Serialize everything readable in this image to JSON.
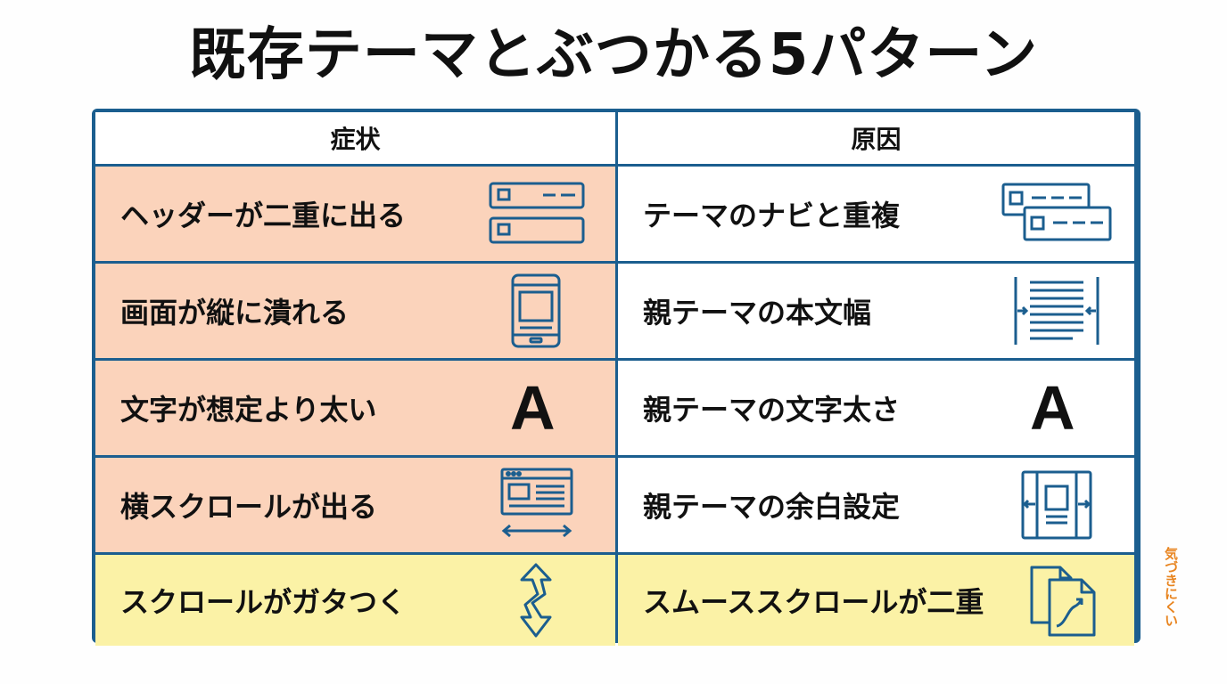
{
  "title": "既存テーマとぶつかる5パターン",
  "table": {
    "headers": {
      "symptom": "症状",
      "cause": "原因"
    },
    "rows": [
      {
        "symptom": "ヘッダーが二重に出る",
        "symptom_icon": "double-header-icon",
        "cause": "テーマのナビと重複",
        "cause_icon": "overlapping-windows-icon",
        "tone": "peach"
      },
      {
        "symptom": "画面が縦に潰れる",
        "symptom_icon": "mobile-phone-icon",
        "cause": "親テーマの本文幅",
        "cause_icon": "content-width-icon",
        "tone": "peach"
      },
      {
        "symptom": "文字が想定より太い",
        "symptom_icon": "letter-a-icon",
        "symptom_glyph": "A",
        "cause": "親テーマの文字太さ",
        "cause_icon": "letter-a-icon",
        "cause_glyph": "A",
        "tone": "peach"
      },
      {
        "symptom": "横スクロールが出る",
        "symptom_icon": "horizontal-scroll-icon",
        "cause": "親テーマの余白設定",
        "cause_icon": "page-margin-icon",
        "tone": "peach"
      },
      {
        "symptom": "スクロールがガタつく",
        "symptom_icon": "jerky-scroll-icon",
        "cause": "スムーススクロールが二重",
        "cause_icon": "duplicate-documents-icon",
        "tone": "yellow"
      }
    ]
  },
  "side_note": "気づきにくい",
  "colors": {
    "border": "#1b5e8f",
    "peach": "#fbd3bb",
    "yellow": "#fbf2a6",
    "note": "#e8841f"
  }
}
